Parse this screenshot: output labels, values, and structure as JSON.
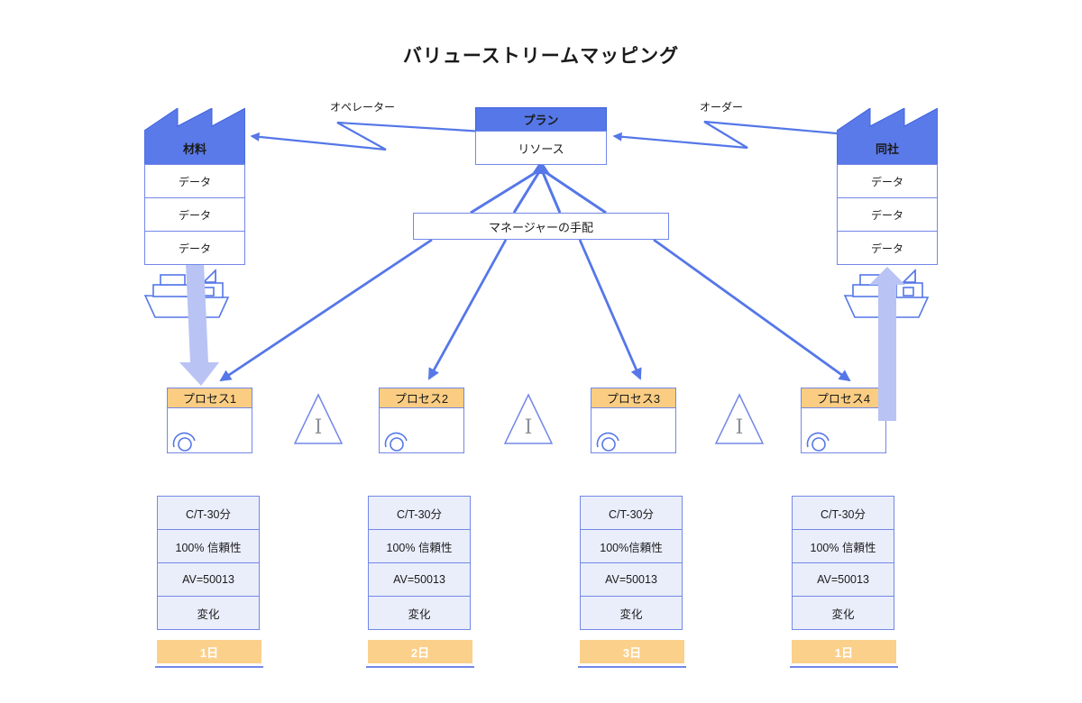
{
  "title": "バリューストリームマッピング",
  "plan_box": {
    "header": "プラン",
    "body": "リソース"
  },
  "manager_box": {
    "label": "マネージャーの手配"
  },
  "info_labels": {
    "operator": "オペレーター",
    "order": "オーダー"
  },
  "left_factory": {
    "name": "材料",
    "rows": [
      "データ",
      "データ",
      "データ"
    ]
  },
  "right_factory": {
    "name": "同社",
    "rows": [
      "データ",
      "データ",
      "データ"
    ]
  },
  "inventory": {
    "symbol": "I"
  },
  "processes": [
    {
      "name": "プロセス1",
      "metrics": [
        "C/T-30分",
        "100% 信頼性",
        "AV=50013",
        "変化"
      ],
      "duration": "1日"
    },
    {
      "name": "プロセス2",
      "metrics": [
        "C/T-30分",
        "100% 信頼性",
        "AV=50013",
        "変化"
      ],
      "duration": "2日"
    },
    {
      "name": "プロセス3",
      "metrics": [
        "C/T-30分",
        "100%信頼性",
        "AV=50013",
        "変化"
      ],
      "duration": "3日"
    },
    {
      "name": "プロセス4",
      "metrics": [
        "C/T-30分",
        "100% 信頼性",
        "AV=50013",
        "変化"
      ],
      "duration": "1日"
    }
  ],
  "colors": {
    "line_blue": "#5577e8",
    "shape_blue": "#5b7ae9",
    "lavender_arrow": "#b9c3f4",
    "process_header_orange": "#fbcd82",
    "timeline_orange": "#fbd08b",
    "metric_fill": "#eaeefb",
    "border_blue": "#7388e8"
  }
}
